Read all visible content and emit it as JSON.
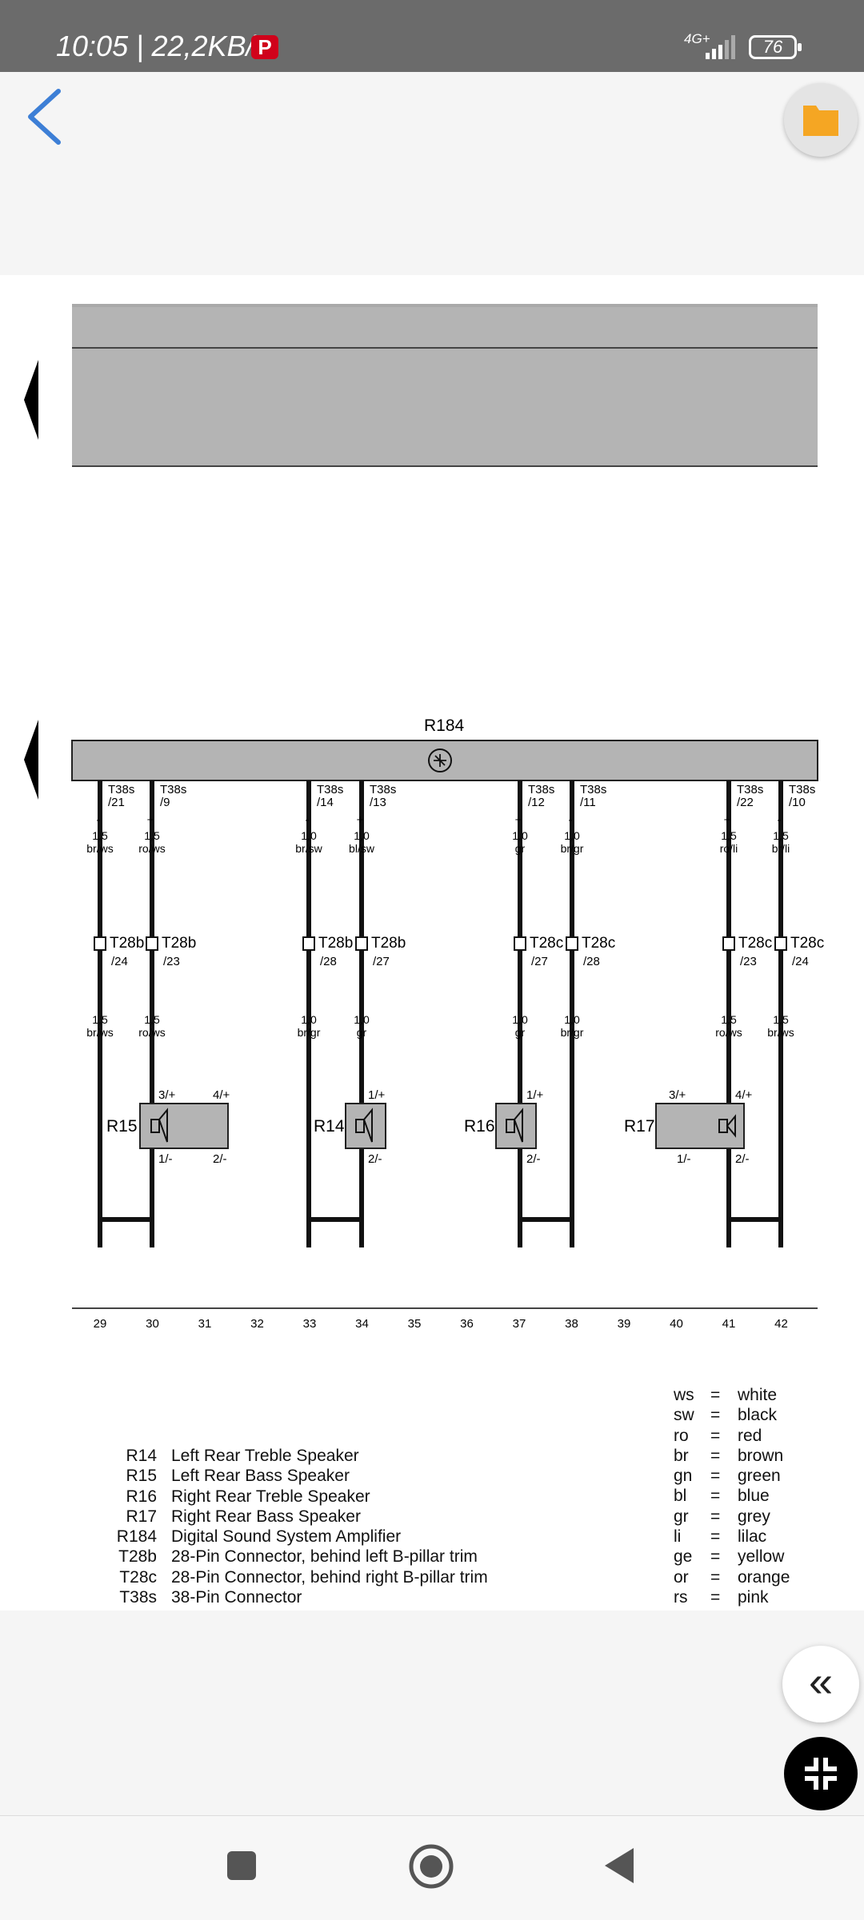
{
  "status_bar": {
    "time_speed": "10:05 | 22,2KB/s",
    "network": "4G+",
    "battery": "76",
    "icons": [
      "pinterest-icon",
      "signal-icon",
      "battery-icon"
    ]
  },
  "toolbar": {
    "icons": [
      "back-arrow-icon",
      "folder-icon"
    ],
    "accent": "#3d7fd6",
    "folder_color": "#f5a623"
  },
  "diagram": {
    "amplifier_label": "R184",
    "pins_amp": [
      {
        "conn": "T38s",
        "pin": "/21",
        "sign": "-"
      },
      {
        "conn": "T38s",
        "pin": "/9",
        "sign": "+"
      },
      {
        "conn": "T38s",
        "pin": "/14",
        "sign": "-"
      },
      {
        "conn": "T38s",
        "pin": "/13",
        "sign": "+"
      },
      {
        "conn": "T38s",
        "pin": "/12",
        "sign": "+"
      },
      {
        "conn": "T38s",
        "pin": "/11",
        "sign": "-"
      },
      {
        "conn": "T38s",
        "pin": "/22",
        "sign": "+"
      },
      {
        "conn": "T38s",
        "pin": "/10",
        "sign": "-"
      }
    ],
    "wires_top": [
      {
        "size": "1,5",
        "color": "br/ws"
      },
      {
        "size": "1,5",
        "color": "ro/ws"
      },
      {
        "size": "1,0",
        "color": "br/sw"
      },
      {
        "size": "1,0",
        "color": "bl/sw"
      },
      {
        "size": "1,0",
        "color": "gr"
      },
      {
        "size": "1,0",
        "color": "br/gr"
      },
      {
        "size": "1,5",
        "color": "ro/li"
      },
      {
        "size": "1,5",
        "color": "br/li"
      }
    ],
    "connectors_mid": [
      {
        "conn": "T28b",
        "pin": "/24"
      },
      {
        "conn": "T28b",
        "pin": "/23"
      },
      {
        "conn": "T28b",
        "pin": "/28"
      },
      {
        "conn": "T28b",
        "pin": "/27"
      },
      {
        "conn": "T28c",
        "pin": "/27"
      },
      {
        "conn": "T28c",
        "pin": "/28"
      },
      {
        "conn": "T28c",
        "pin": "/23"
      },
      {
        "conn": "T28c",
        "pin": "/24"
      }
    ],
    "wires_bottom": [
      {
        "size": "1,5",
        "color": "br/ws"
      },
      {
        "size": "1,5",
        "color": "ro/ws"
      },
      {
        "size": "1,0",
        "color": "br/gr"
      },
      {
        "size": "1,0",
        "color": "gr"
      },
      {
        "size": "1,0",
        "color": "gr"
      },
      {
        "size": "1,0",
        "color": "br/gr"
      },
      {
        "size": "1,5",
        "color": "ro/ws"
      },
      {
        "size": "1,5",
        "color": "br/ws"
      }
    ],
    "speakers": [
      {
        "label": "R15",
        "t1": "3/+",
        "t2": "4/+",
        "b1": "1/-",
        "b2": "2/-"
      },
      {
        "label": "R14",
        "t1": "1/+",
        "b1": "2/-"
      },
      {
        "label": "R16",
        "t1": "1/+",
        "b1": "2/-"
      },
      {
        "label": "R17",
        "t1": "4/+",
        "t2": "3/+",
        "b1": "2/-",
        "b2": "1/-"
      }
    ],
    "ruler": [
      "29",
      "30",
      "31",
      "32",
      "33",
      "34",
      "35",
      "36",
      "37",
      "38",
      "39",
      "40",
      "41",
      "42"
    ]
  },
  "legend": [
    {
      "code": "R14",
      "desc": "Left Rear Treble Speaker"
    },
    {
      "code": "R15",
      "desc": "Left Rear Bass Speaker"
    },
    {
      "code": "R16",
      "desc": "Right Rear Treble Speaker"
    },
    {
      "code": "R17",
      "desc": "Right Rear Bass Speaker"
    },
    {
      "code": "R184",
      "desc": "Digital Sound System Amplifier"
    },
    {
      "code": "T28b",
      "desc": "28-Pin Connector, behind left B-pillar trim"
    },
    {
      "code": "T28c",
      "desc": "28-Pin Connector, behind right B-pillar trim"
    },
    {
      "code": "T38s",
      "desc": "38-Pin Connector"
    }
  ],
  "color_codes": [
    {
      "abbr": "ws",
      "eq": "=",
      "name": "white"
    },
    {
      "abbr": "sw",
      "eq": "=",
      "name": "black"
    },
    {
      "abbr": "ro",
      "eq": "=",
      "name": "red"
    },
    {
      "abbr": "br",
      "eq": "=",
      "name": "brown"
    },
    {
      "abbr": "gn",
      "eq": "=",
      "name": "green"
    },
    {
      "abbr": "bl",
      "eq": "=",
      "name": "blue"
    },
    {
      "abbr": "gr",
      "eq": "=",
      "name": "grey"
    },
    {
      "abbr": "li",
      "eq": "=",
      "name": "lilac"
    },
    {
      "abbr": "ge",
      "eq": "=",
      "name": "yellow"
    },
    {
      "abbr": "or",
      "eq": "=",
      "name": "orange"
    },
    {
      "abbr": "rs",
      "eq": "=",
      "name": "pink"
    }
  ],
  "fabs": {
    "collapse_glyph": "«",
    "icons": [
      "double-chevron-left-icon",
      "collapse-fullscreen-icon"
    ]
  },
  "nav_bar": {
    "icons": [
      "recents-square-icon",
      "home-circle-icon",
      "back-triangle-icon"
    ]
  }
}
